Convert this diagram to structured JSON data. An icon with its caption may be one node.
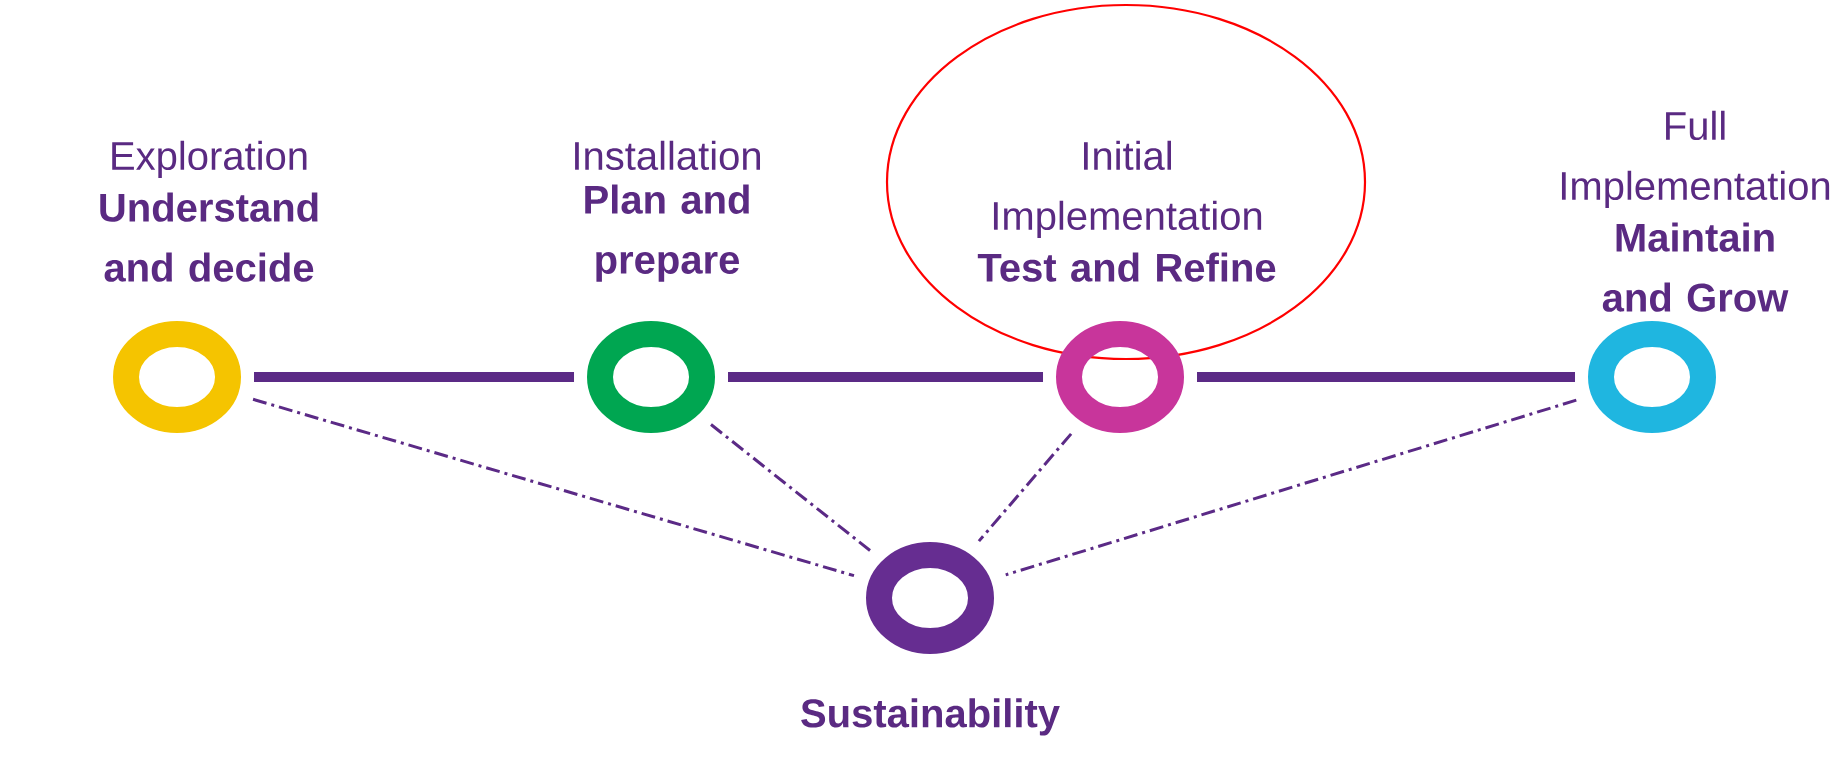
{
  "diagram": {
    "nodes": [
      {
        "text": [
          "Exploration",
          "Understand and decide"
        ]
      },
      {
        "text": [
          "Installation",
          "Plan and prepare"
        ]
      },
      {
        "text": [
          "Initial Implementation",
          "Test and Refine"
        ]
      },
      {
        "text": [
          "Full Implementation",
          "Maintain and Grow"
        ]
      },
      {
        "text": [
          "Sustainability"
        ]
      }
    ],
    "edges": [
      {
        "from": 0,
        "to": 1,
        "arrow": "none",
        "style": "thick"
      },
      {
        "from": 1,
        "to": 2,
        "arrow": "none",
        "style": "thick"
      },
      {
        "from": 2,
        "to": 3,
        "arrow": "none",
        "style": "thick"
      },
      {
        "from": 0,
        "to": 4,
        "arrow": "none",
        "style": "dashed"
      },
      {
        "from": 1,
        "to": 4,
        "arrow": "none",
        "style": "dashed"
      },
      {
        "from": 2,
        "to": 4,
        "arrow": "none",
        "style": "dashed"
      },
      {
        "from": 3,
        "to": 4,
        "arrow": "none",
        "style": "dashed"
      }
    ]
  }
}
